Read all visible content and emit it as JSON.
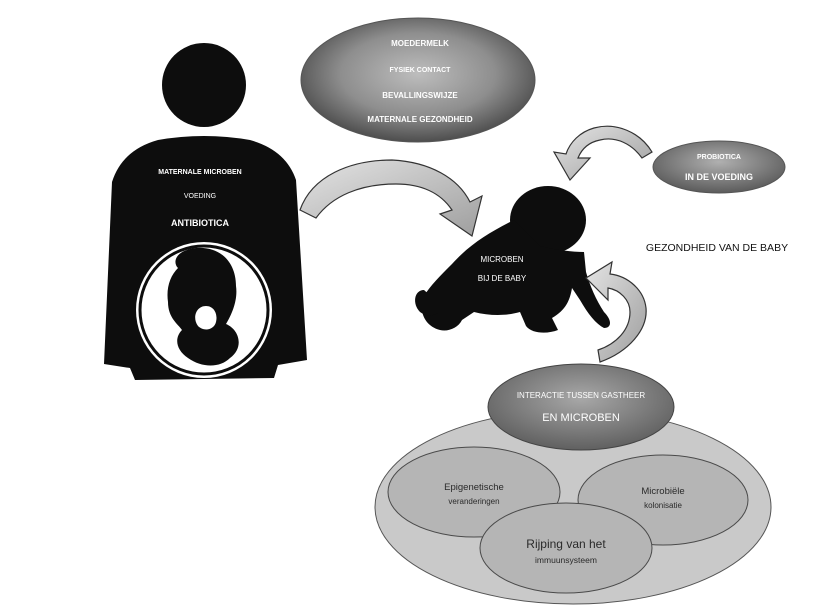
{
  "mother": {
    "labels": [
      "MATERNALE MICROBEN",
      "VOEDING",
      "ANTIBIOTICA"
    ]
  },
  "factors_bubble": {
    "labels": [
      "MOEDERMELK",
      "FYSIEK CONTACT",
      "BEVALLINGSWIJZE",
      "MATERNALE GEZONDHEID"
    ]
  },
  "probiotics_bubble": {
    "line1": "PROBIOTICA",
    "line2": "IN DE VOEDING"
  },
  "baby": {
    "line1": "MICROBEN",
    "line2": "BIJ DE BABY"
  },
  "baby_health": "GEZONDHEID VAN DE BABY",
  "interaction": {
    "line1": "INTERACTIE TUSSEN GASTHEER",
    "line2": "EN MICROBEN"
  },
  "outcomes": {
    "epigenetic": {
      "line1": "Epigenetische",
      "line2": "veranderingen"
    },
    "colonisation": {
      "line1": "Microbiële",
      "line2": "kolonisatie"
    },
    "immune": {
      "line1": "Rijping van het",
      "line2": "immuunsysteem"
    }
  },
  "colors": {
    "silhouette": "#0d0d0d",
    "bubble_dark": "#5e5e5e",
    "bubble_light": "#b5b5b5",
    "platter": "#c9c9c9",
    "arrow_fill": "#d0d0d0"
  }
}
